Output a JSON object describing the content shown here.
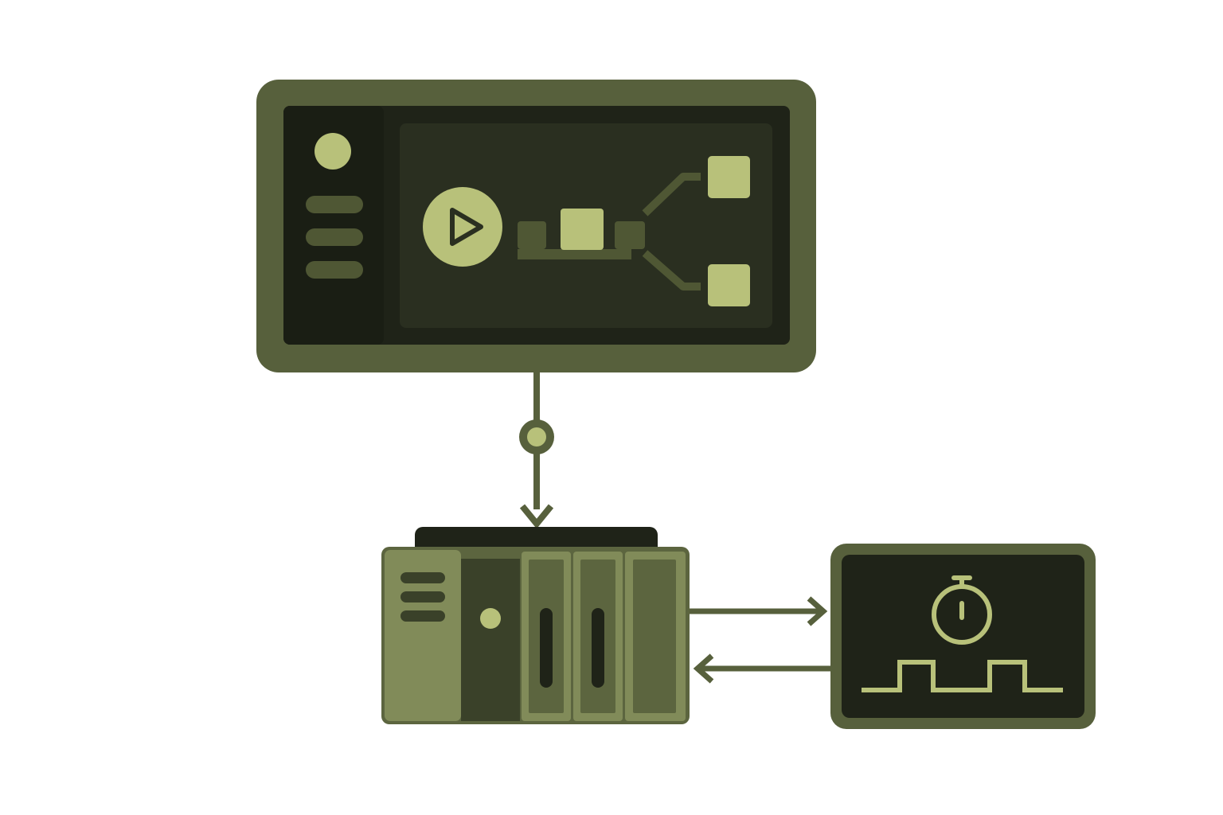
{
  "diagram": {
    "texts": [],
    "nodes": [
      {
        "id": "hmi-monitor",
        "role": "display showing a workflow sequence",
        "icons": [
          "status-dot-icon",
          "menu-lines-icon",
          "play-icon",
          "branch-flow-icon"
        ]
      },
      {
        "id": "plc-controller",
        "role": "modular controller unit",
        "icons": [
          "vent-lines-icon",
          "status-led-icon",
          "slot-icon"
        ]
      },
      {
        "id": "timer-panel",
        "role": "timing / pulse signal panel",
        "icons": [
          "stopwatch-icon",
          "pulse-wave-icon"
        ]
      }
    ],
    "edges": [
      {
        "from": "hmi-monitor",
        "to": "plc-controller",
        "style": "arrow-with-junction-node"
      },
      {
        "from": "plc-controller",
        "to": "timer-panel",
        "style": "arrow"
      },
      {
        "from": "timer-panel",
        "to": "plc-controller",
        "style": "arrow"
      }
    ]
  },
  "colors": {
    "background": "#ffffff",
    "frame": "#57603c",
    "frame_light": "#7d8752",
    "screen_dark": "#1f2318",
    "panel_dark": "#2a2f20",
    "accent": "#b8c17a",
    "muted": "#4f5734",
    "module_body": "#818b59",
    "module_dark": "#3a4129"
  }
}
